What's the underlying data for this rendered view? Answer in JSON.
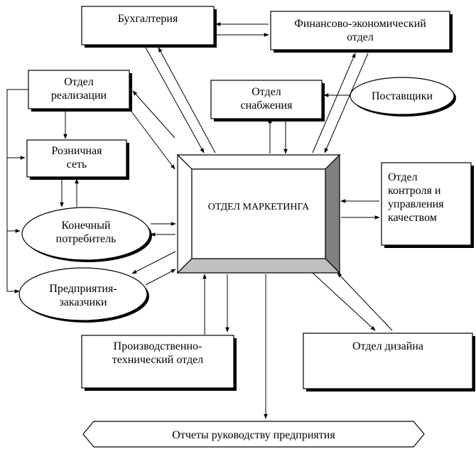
{
  "nodes": {
    "accounting": "Бухгалтерия",
    "finance": "Финансово-экономический\nотдел",
    "sales": "Отдел\nреализации",
    "supply": "Отдел\nснабжения",
    "suppliers": "Поставщики",
    "retail": "Розничная\nсеть",
    "marketing": "ОТДЕЛ МАРКЕТИНГА",
    "quality": "Отдел\nконтроля и\nуправления\nкачеством",
    "consumer": "Конечный\nпотребитель",
    "customers": "Предприятия-\nзаказчики",
    "production": "Производственно-\nтехнический отдел",
    "design": "Отдел дизайна",
    "reports": "Отчеты руководству предприятия"
  }
}
